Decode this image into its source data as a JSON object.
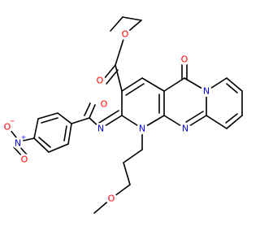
{
  "colors": {
    "background": "#ffffff",
    "bond": "#000000",
    "oxygen": "#ff0000",
    "nitrogen": "#0000ff"
  },
  "atoms": {
    "o_ester_carbonyl": {
      "symbol": "O",
      "element": "oxygen"
    },
    "o_ester_ether": {
      "symbol": "O",
      "element": "oxygen"
    },
    "o_ring_carbonyl": {
      "symbol": "O",
      "element": "oxygen"
    },
    "n_ring_fused": {
      "symbol": "N",
      "element": "nitrogen"
    },
    "o_amide": {
      "symbol": "O",
      "element": "oxygen"
    },
    "n_imine": {
      "symbol": "N",
      "element": "nitrogen"
    },
    "n_ring_1": {
      "symbol": "N",
      "element": "nitrogen"
    },
    "n_ring_pyrimidine": {
      "symbol": "N",
      "element": "nitrogen"
    },
    "n_nitro": {
      "symbol": "N",
      "element": "nitrogen",
      "charge": "+"
    },
    "o_nitro_minus": {
      "symbol": "O",
      "element": "oxygen",
      "charge": "−"
    },
    "o_nitro_double": {
      "symbol": "O",
      "element": "oxygen"
    },
    "o_methoxy": {
      "symbol": "O",
      "element": "oxygen"
    }
  }
}
